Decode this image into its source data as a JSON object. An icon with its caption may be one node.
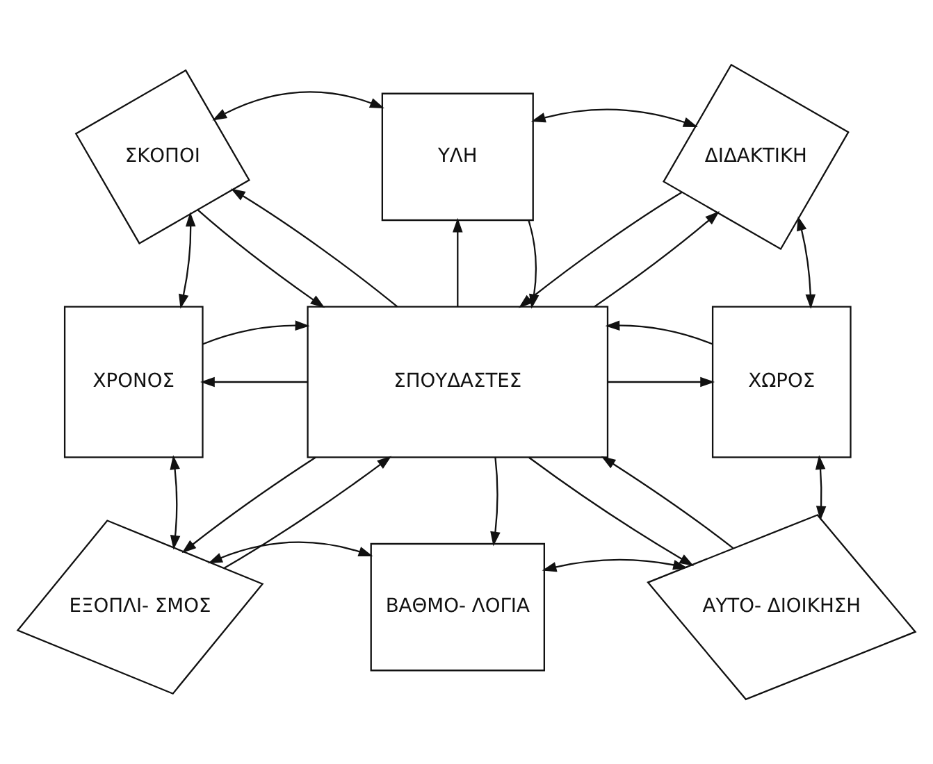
{
  "diagram": {
    "nodes": [
      {
        "text": [
          "ΥΛΗ"
        ]
      },
      {
        "text": [
          "ΣΚΟΠΟΙ"
        ]
      },
      {
        "text": [
          "ΔΙΔΑΚΤΙΚΗ"
        ]
      },
      {
        "text": [
          "ΧΡΟΝΟΣ"
        ]
      },
      {
        "text": [
          "ΣΠΟΥΔΑΣΤΕΣ"
        ]
      },
      {
        "text": [
          "ΧΩΡΟΣ"
        ]
      },
      {
        "text": [
          "ΕΞΟΠΛΙ- ΣΜΟΣ"
        ]
      },
      {
        "text": [
          "ΑΥΤΟ- ΔΙΟΙΚΗΣΗ"
        ]
      },
      {
        "text": [
          "ΒΑΘΜΟ- ΛΟΓΙΑ"
        ]
      }
    ],
    "edges": [
      {
        "from": 4,
        "to": 0,
        "arrow": "to"
      },
      {
        "from": 0,
        "to": 4,
        "arrow": "to"
      },
      {
        "from": 4,
        "to": 1,
        "arrow": "to"
      },
      {
        "from": 1,
        "to": 4,
        "arrow": "to"
      },
      {
        "from": 4,
        "to": 2,
        "arrow": "to"
      },
      {
        "from": 2,
        "to": 4,
        "arrow": "to"
      },
      {
        "from": 4,
        "to": 3,
        "arrow": "to"
      },
      {
        "from": 3,
        "to": 4,
        "arrow": "to"
      },
      {
        "from": 4,
        "to": 5,
        "arrow": "to"
      },
      {
        "from": 5,
        "to": 4,
        "arrow": "to"
      },
      {
        "from": 4,
        "to": 6,
        "arrow": "to"
      },
      {
        "from": 6,
        "to": 4,
        "arrow": "to"
      },
      {
        "from": 4,
        "to": 7,
        "arrow": "to"
      },
      {
        "from": 7,
        "to": 4,
        "arrow": "to"
      },
      {
        "from": 4,
        "to": 8,
        "arrow": "to"
      },
      {
        "from": 1,
        "to": 0,
        "arrow": "both"
      },
      {
        "from": 0,
        "to": 2,
        "arrow": "both"
      },
      {
        "from": 2,
        "to": 5,
        "arrow": "both"
      },
      {
        "from": 5,
        "to": 7,
        "arrow": "both"
      },
      {
        "from": 7,
        "to": 8,
        "arrow": "both"
      },
      {
        "from": 8,
        "to": 6,
        "arrow": "both"
      },
      {
        "from": 6,
        "to": 3,
        "arrow": "both"
      },
      {
        "from": 3,
        "to": 1,
        "arrow": "both"
      }
    ]
  }
}
